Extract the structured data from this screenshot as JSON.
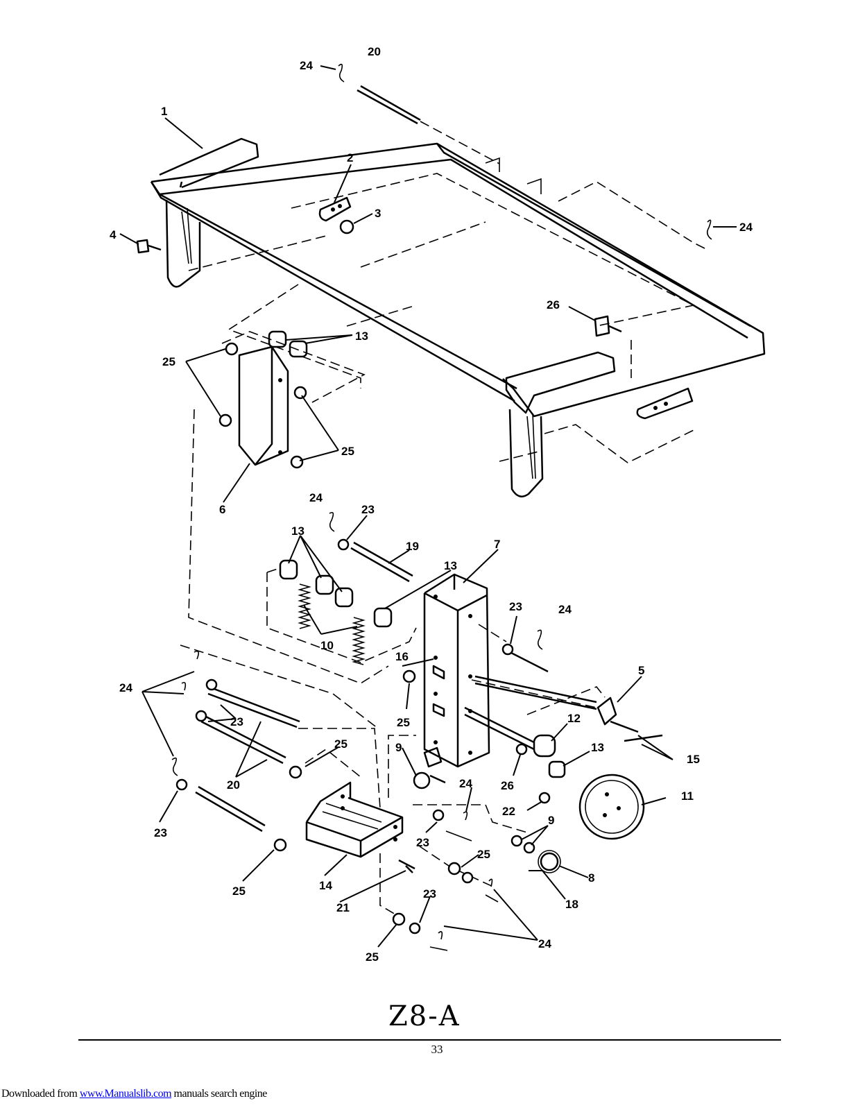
{
  "diagram": {
    "part_labels": {
      "p1": "1",
      "p2": "2",
      "p3": "3",
      "p4": "4",
      "p5": "5",
      "p6": "6",
      "p7": "7",
      "p8": "8",
      "p9a": "9",
      "p9b": "9",
      "p10": "10",
      "p11": "11",
      "p12": "12",
      "p13a": "13",
      "p13b": "13",
      "p13c": "13",
      "p13d": "13",
      "p14": "14",
      "p15": "15",
      "p16": "16",
      "p18": "18",
      "p19": "19",
      "p20a": "20",
      "p20b": "20",
      "p21": "21",
      "p22": "22",
      "p23a": "23",
      "p23b": "23",
      "p23c": "23",
      "p23d": "23",
      "p23e": "23",
      "p23f": "23",
      "p24a": "24",
      "p24b": "24",
      "p24c": "24",
      "p24d": "24",
      "p24e": "24",
      "p24f": "24",
      "p24g": "24",
      "p25a": "25",
      "p25b": "25",
      "p25c": "25",
      "p25d": "25",
      "p25e": "25",
      "p25f": "25",
      "p25g": "25",
      "p26a": "26",
      "p26b": "26"
    }
  },
  "figure_caption": "Z8-A",
  "page_number": "33",
  "footer": {
    "prefix": "Downloaded from ",
    "link_text": "www.Manualslib.com",
    "suffix": " manuals search engine"
  }
}
